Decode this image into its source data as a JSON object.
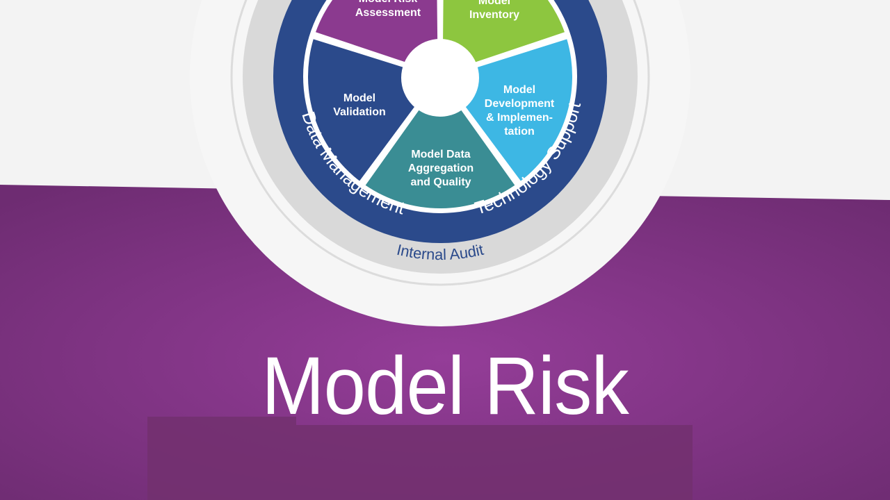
{
  "diagram": {
    "segments": [
      {
        "id": "inventory",
        "lines": [
          "Model",
          "Inventory"
        ],
        "color": "#8dc63f"
      },
      {
        "id": "development",
        "lines": [
          "Model",
          "Development",
          "& Implemen-",
          "tation"
        ],
        "color": "#3db7e4"
      },
      {
        "id": "data",
        "lines": [
          "Model Data",
          "Aggregation",
          "and Quality"
        ],
        "color": "#3a8d94"
      },
      {
        "id": "validation",
        "lines": [
          "Model",
          "Validation"
        ],
        "color": "#2b4a8b"
      },
      {
        "id": "risk-assessment",
        "lines": [
          "Model Risk",
          "Assessment"
        ],
        "color": "#8b3a8f"
      }
    ],
    "ring_left": "Data Management",
    "ring_right": "Technology Support",
    "outer_ring": "Internal Audit",
    "ring_color": "#2b4a8b",
    "outer_ring_color": "#d9d9d9"
  },
  "title": "Model Risk",
  "colors": {
    "background_top": "#f3f3f3",
    "purple": "#84338a",
    "purple_dark": "#72306f"
  }
}
